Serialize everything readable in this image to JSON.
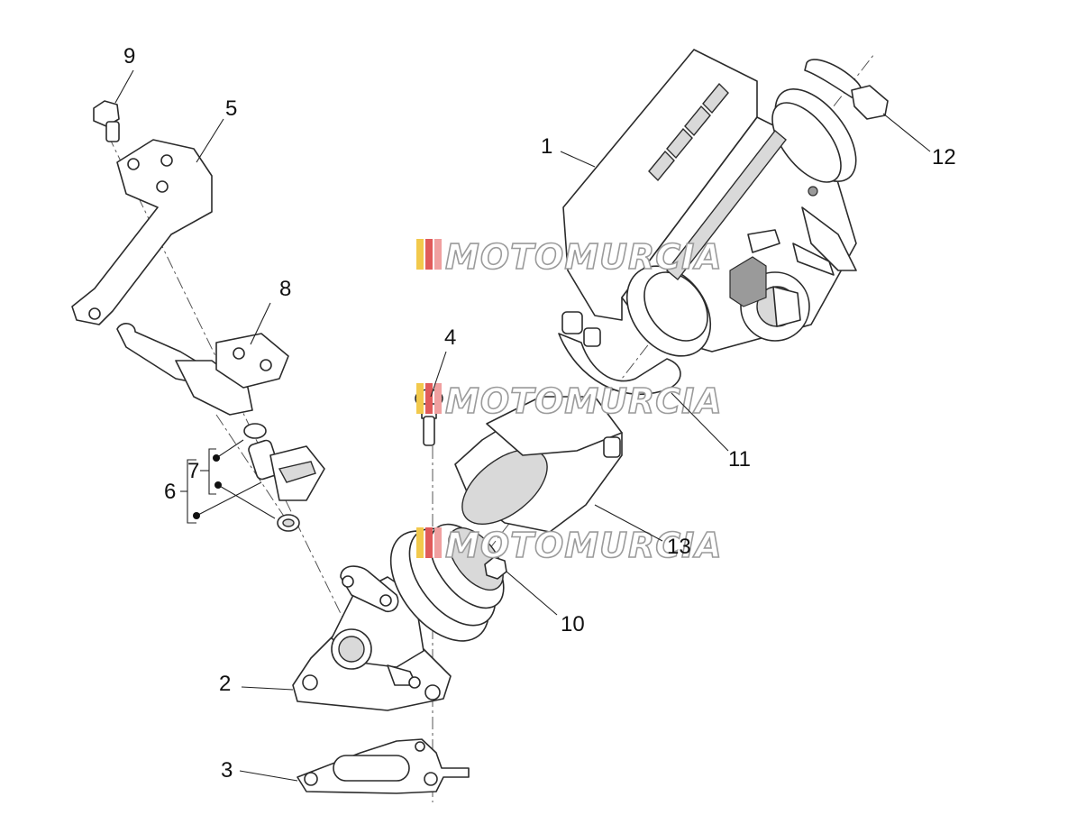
{
  "callouts": {
    "c1": "1",
    "c2": "2",
    "c3": "3",
    "c4": "4",
    "c5": "5",
    "c6": "6",
    "c7": "7",
    "c8": "8",
    "c9": "9",
    "c10": "10",
    "c11": "11",
    "c12": "12",
    "c13": "13"
  },
  "watermark": {
    "text": "MOTOMURCIA",
    "stripe_colors": [
      "#f2c94c",
      "#e05a5a",
      "#f0a0a0"
    ]
  }
}
